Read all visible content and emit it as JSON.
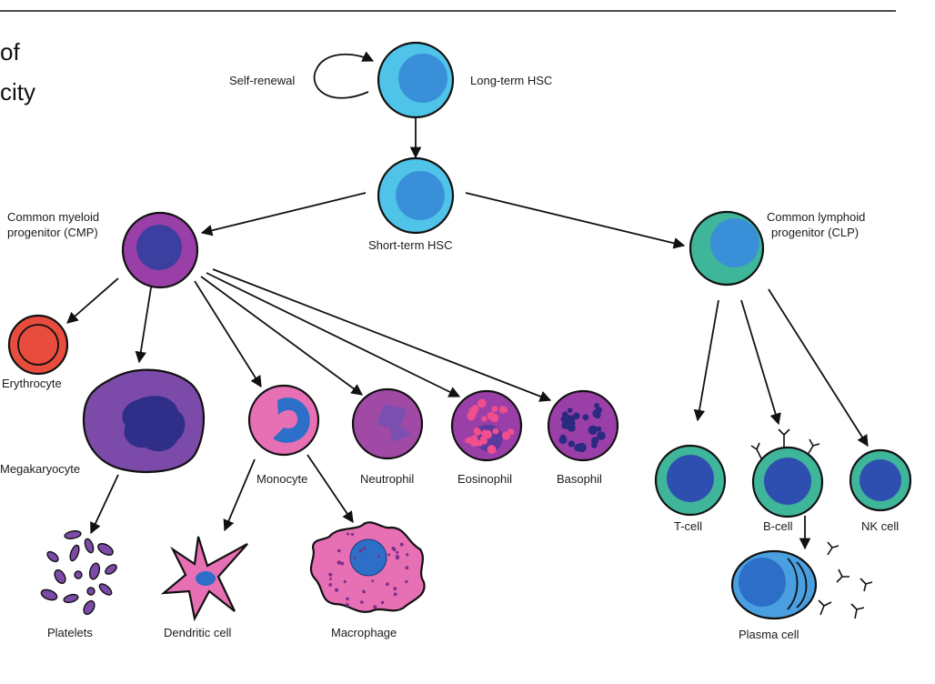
{
  "title": {
    "line1": "of",
    "line2": "city"
  },
  "labels": {
    "self_renewal": "Self-renewal",
    "lt_hsc": "Long-term HSC",
    "st_hsc": "Short-term HSC",
    "cmp_line1": "Common myeloid",
    "cmp_line2": "progenitor (CMP)",
    "clp_line1": "Common lymphoid",
    "clp_line2": "progenitor (CLP)",
    "erythrocyte": "Erythrocyte",
    "megakaryocyte": "Megakaryocyte",
    "monocyte": "Monocyte",
    "neutrophil": "Neutrophil",
    "eosinophil": "Eosinophil",
    "basophil": "Basophil",
    "platelets": "Platelets",
    "dendritic_cell": "Dendritic cell",
    "macrophage": "Macrophage",
    "t_cell": "T-cell",
    "b_cell": "B-cell",
    "nk_cell": "NK cell",
    "plasma_cell": "Plasma cell"
  },
  "colors": {
    "hsc_outer": "#4fc3e8",
    "hsc_nucleus": "#3a8fd9",
    "myeloid_outer": "#9b3fa8",
    "myeloid_nucleus": "#3b3fa0",
    "lymphoid_outer": "#3fb59a",
    "lymphoid_nucleus": "#2f55b5",
    "erythrocyte": "#e84c3d",
    "pink": "#e76fb4",
    "eosin_granule": "#f04e8c",
    "plasma_outer": "#4a9fe0",
    "plasma_nucleus": "#2d6fc8"
  }
}
